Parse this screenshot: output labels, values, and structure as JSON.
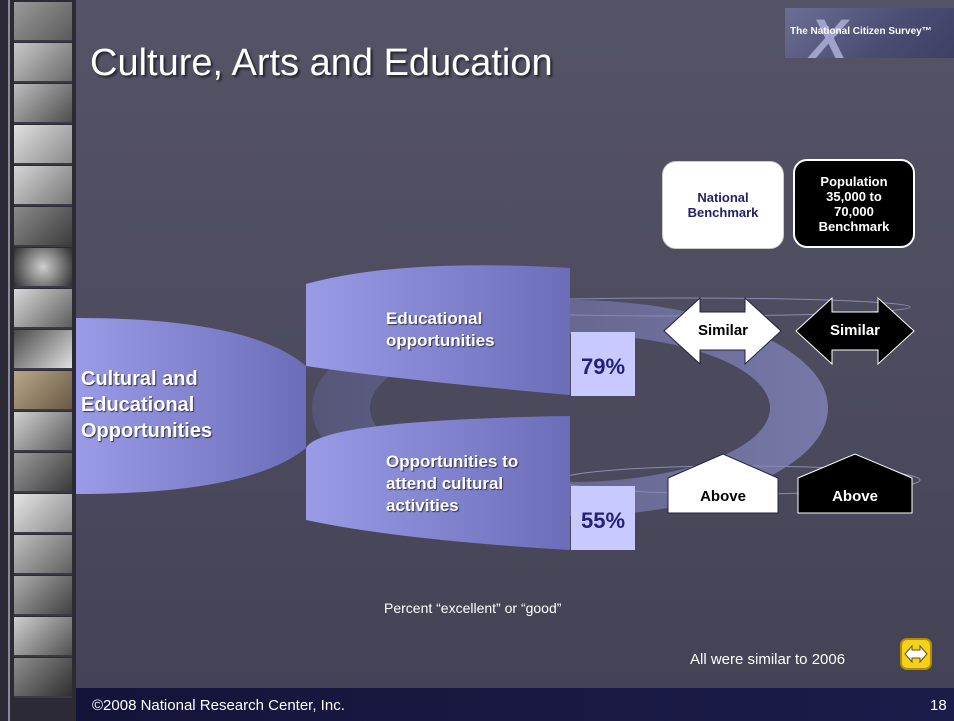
{
  "title": "Culture, Arts and Education",
  "logo": {
    "mark": "X",
    "text": "The National Citizen Survey™"
  },
  "benchmarks": {
    "national": "National\nBenchmark",
    "population": "Population\n35,000 to\n70,000\nBenchmark"
  },
  "main_category": "Cultural and\nEducational\nOpportunities",
  "items": [
    {
      "label": "Educational\nopportunities",
      "percent": "79%",
      "national": "Similar",
      "population": "Similar"
    },
    {
      "label": "Opportunities to\nattend cultural\nactivities",
      "percent": "55%",
      "national": "Above",
      "population": "Above"
    }
  ],
  "footnote": "Percent “excellent” or “good”",
  "comparison_note": "All were similar to 2006",
  "footer": {
    "copyright": "©2008 National Research Center, Inc.",
    "page": "18"
  },
  "colors": {
    "background": "#4f4e60",
    "funnel": "#8c8dd6",
    "percent_box": "#c7c9ff",
    "footer_bar": "#14143a",
    "nav_button": "#f3d11a"
  },
  "icons": {
    "nav": "left-right-arrow-icon"
  }
}
